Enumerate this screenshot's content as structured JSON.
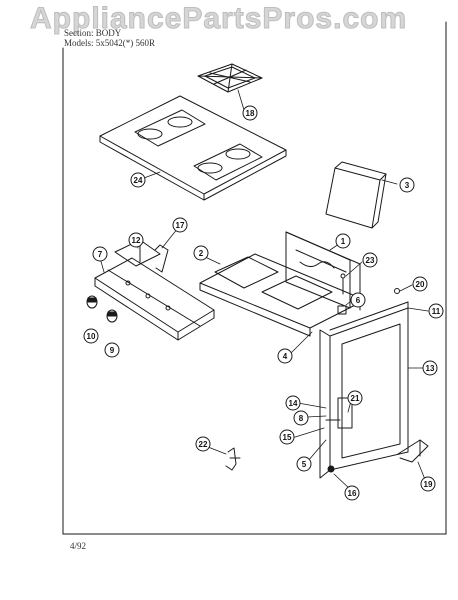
{
  "watermark": "AppliancePartsPros.com",
  "header": {
    "section": "Section: BODY",
    "models": "Models: 5x5042(*) 560R"
  },
  "footer": {
    "date": "4/92"
  },
  "callouts": [
    {
      "id": "p24",
      "label": "24"
    },
    {
      "id": "p18",
      "label": "18"
    },
    {
      "id": "p3",
      "label": "3"
    },
    {
      "id": "p17",
      "label": "17"
    },
    {
      "id": "p12",
      "label": "12"
    },
    {
      "id": "p7",
      "label": "7"
    },
    {
      "id": "p2",
      "label": "2"
    },
    {
      "id": "p1",
      "label": "1"
    },
    {
      "id": "p23",
      "label": "23"
    },
    {
      "id": "p6",
      "label": "6"
    },
    {
      "id": "p20",
      "label": "20"
    },
    {
      "id": "p11",
      "label": "11"
    },
    {
      "id": "p10",
      "label": "10"
    },
    {
      "id": "p9",
      "label": "9"
    },
    {
      "id": "p4",
      "label": "4"
    },
    {
      "id": "p13",
      "label": "13"
    },
    {
      "id": "p14",
      "label": "14"
    },
    {
      "id": "p8",
      "label": "8"
    },
    {
      "id": "p21",
      "label": "21"
    },
    {
      "id": "p15",
      "label": "15"
    },
    {
      "id": "p5",
      "label": "5"
    },
    {
      "id": "p22",
      "label": "22"
    },
    {
      "id": "p16",
      "label": "16"
    },
    {
      "id": "p19",
      "label": "19"
    }
  ],
  "colors": {
    "ink": "#1a1a1a",
    "watermark": "#d6d6d6"
  }
}
